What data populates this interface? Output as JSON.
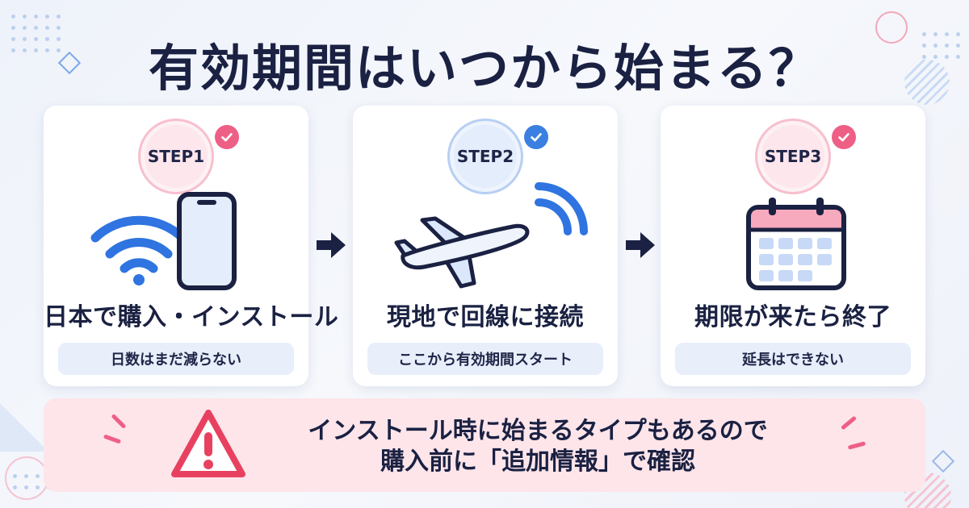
{
  "title": "有効期間はいつから始まる？",
  "steps": [
    {
      "badge": "STEP1",
      "title": "日本で購入・インストール",
      "note": "日数はまだ減らない",
      "color": "#ee5f86",
      "icons": [
        "wifi-icon",
        "smartphone-icon"
      ]
    },
    {
      "badge": "STEP2",
      "title": "現地で回線に接続",
      "note": "ここから有効期間スタート",
      "color": "#3b7fe0",
      "icons": [
        "airplane-icon",
        "signal-icon"
      ]
    },
    {
      "badge": "STEP3",
      "title": "期限が来たら終了",
      "note": "延長はできない",
      "color": "#ee5f86",
      "icons": [
        "calendar-icon"
      ]
    }
  ],
  "notice": {
    "line1": "インストール時に始まるタイプもあるので",
    "line2": "購入前に「追加情報」で確認",
    "icon": "warning-icon"
  },
  "colors": {
    "accent_pink": "#ee5f86",
    "accent_blue": "#3b7fe0",
    "navy": "#1a2142",
    "notice_bg": "#fde5ea",
    "pill_bg": "#e8effb"
  }
}
